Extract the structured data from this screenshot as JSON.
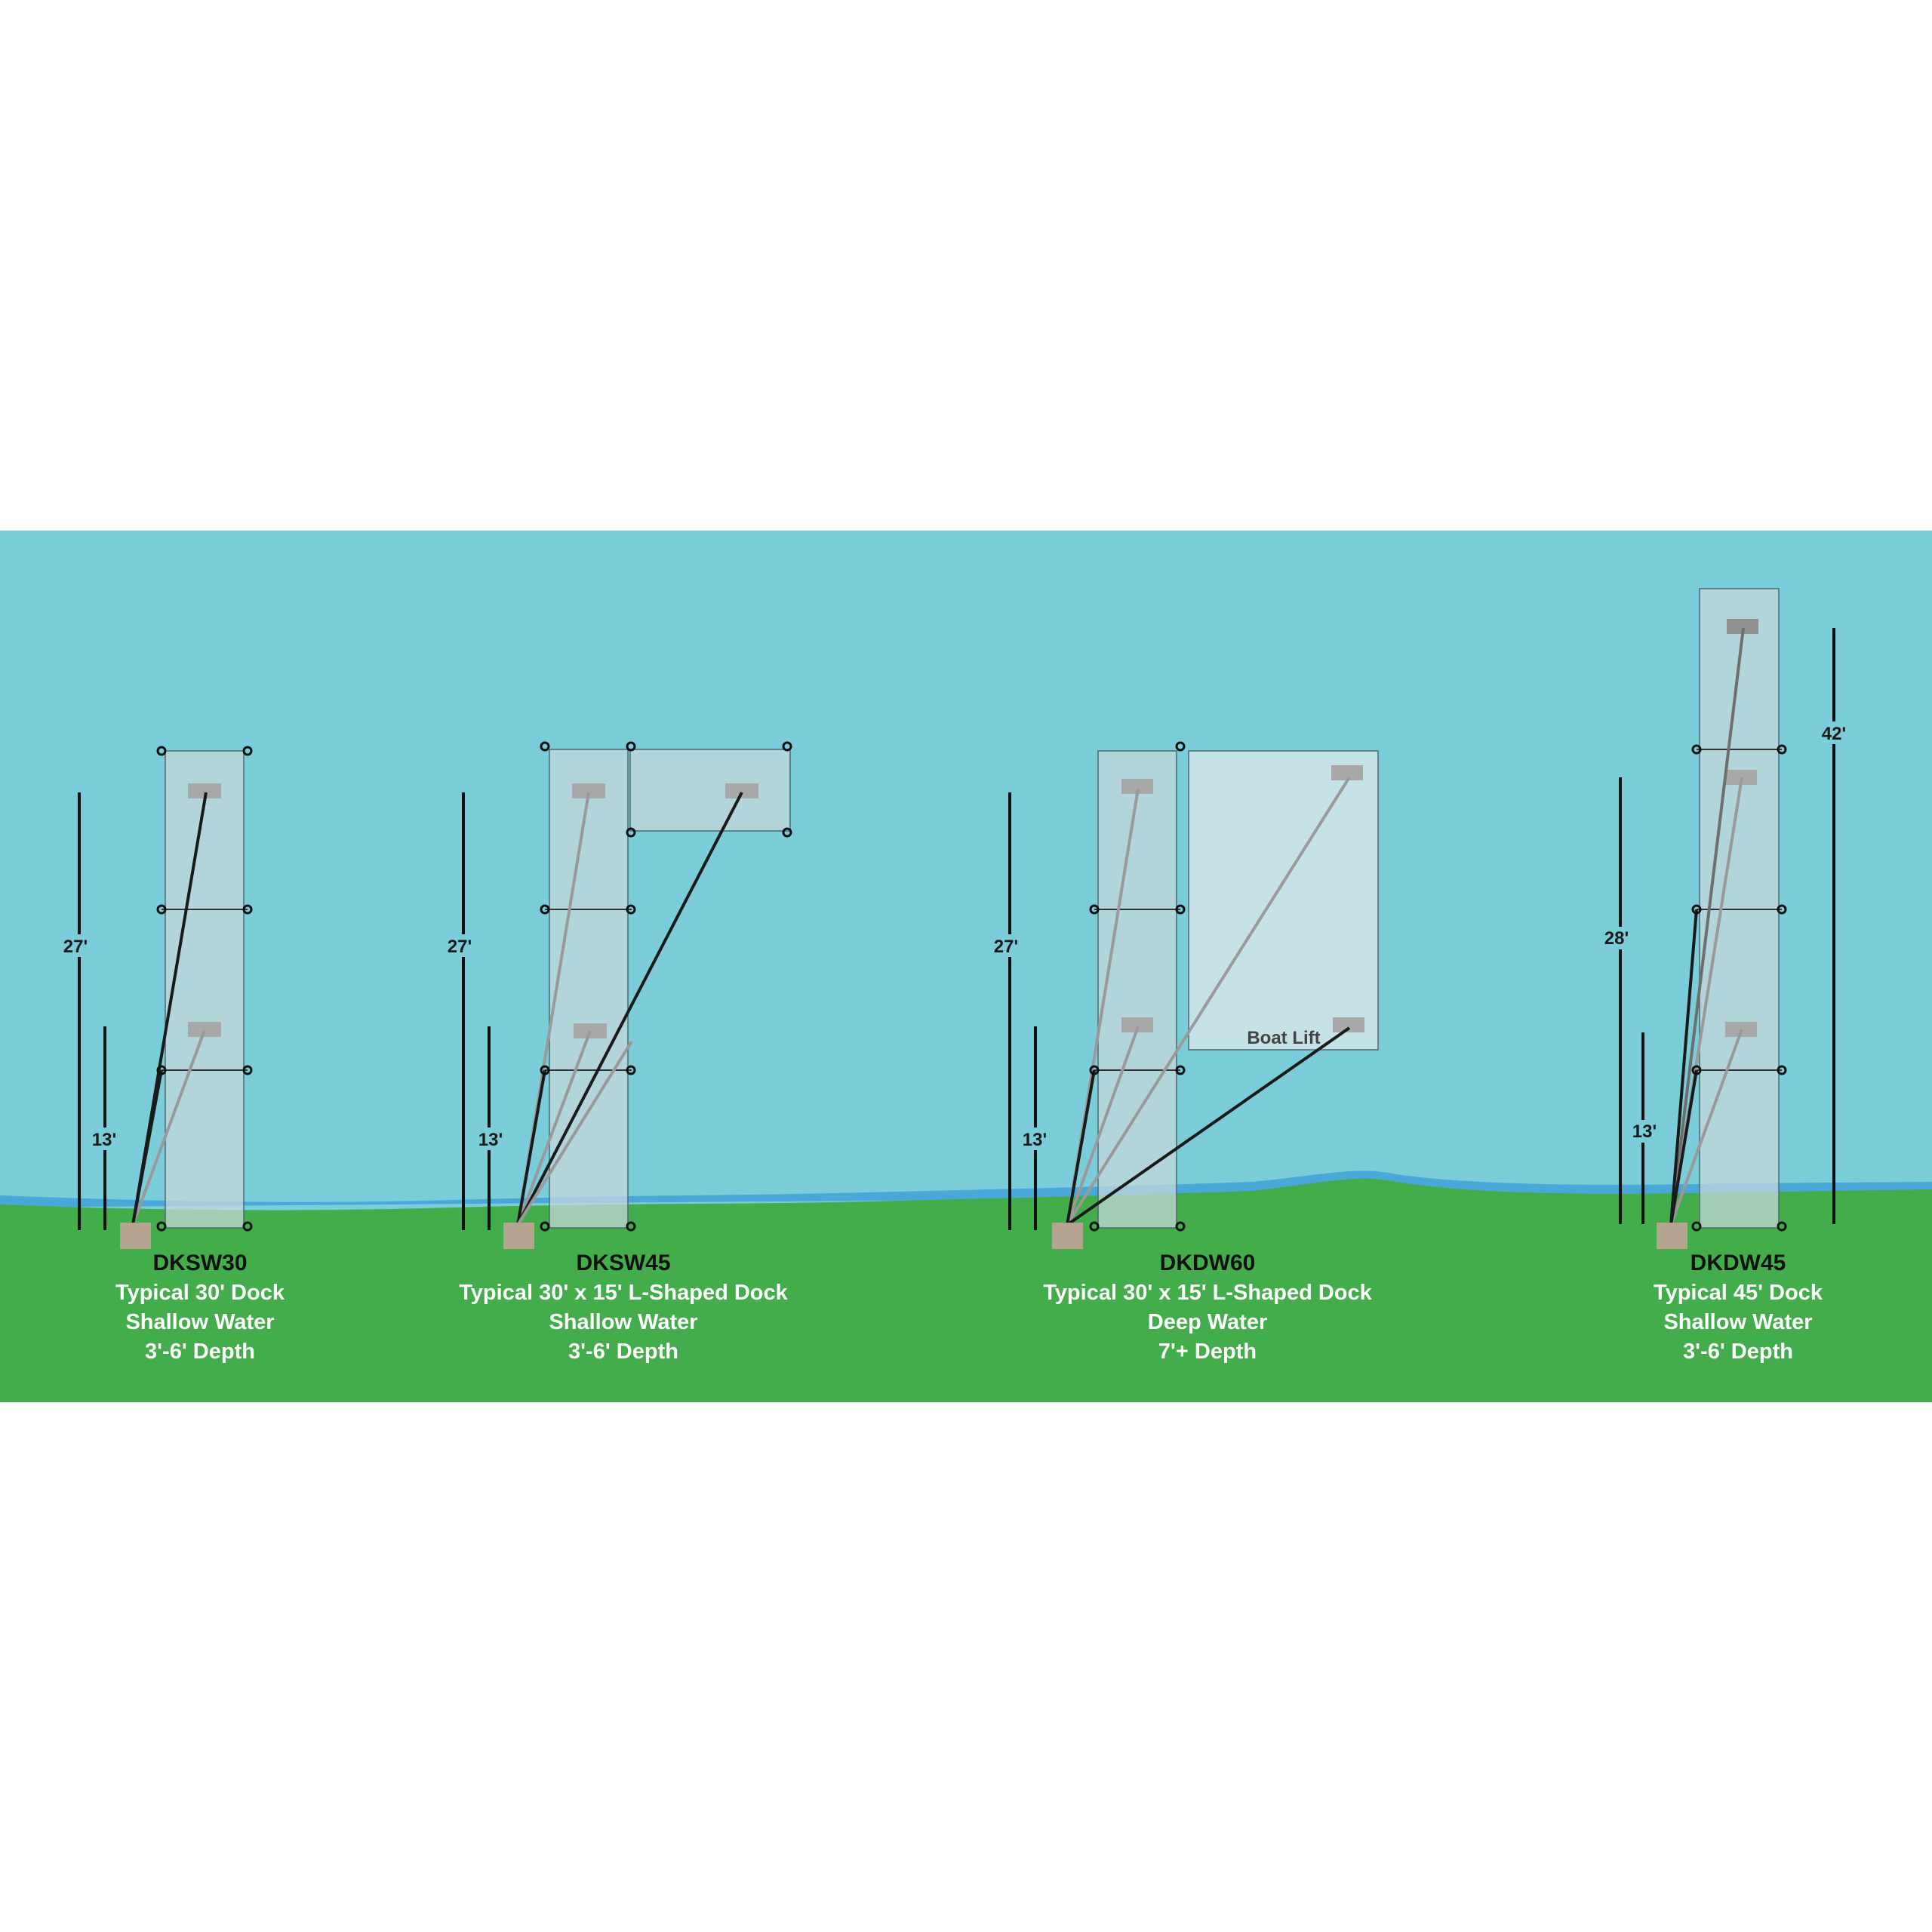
{
  "colors": {
    "water": "#7acdd9",
    "shoreline": "#4aa8d8",
    "land": "#43ad4b",
    "dock": "#c8d8dc",
    "cable_dark": "#1a1a1a",
    "cable_light": "#9a9a9a",
    "anchor": "#b5a48f"
  },
  "docks": [
    {
      "code": "DKSW30",
      "line1": "Typical 30' Dock",
      "line2": "Shallow Water",
      "line3": "3'-6' Depth",
      "dim_long": "27'",
      "dim_short": "13'"
    },
    {
      "code": "DKSW45",
      "line1": "Typical 30' x 15' L-Shaped Dock",
      "line2": "Shallow Water",
      "line3": "3'-6' Depth",
      "dim_long": "27'",
      "dim_short": "13'"
    },
    {
      "code": "DKDW60",
      "line1": "Typical 30' x 15' L-Shaped Dock",
      "line2": "Deep Water",
      "line3": "7'+ Depth",
      "dim_long": "27'",
      "dim_short": "13'",
      "lift_label": "Boat Lift"
    },
    {
      "code": "DKDW45",
      "line1": "Typical 45' Dock",
      "line2": "Shallow Water",
      "line3": "3'-6' Depth",
      "dim_long": "28'",
      "dim_short": "13'",
      "dim_extra": "42'"
    }
  ]
}
